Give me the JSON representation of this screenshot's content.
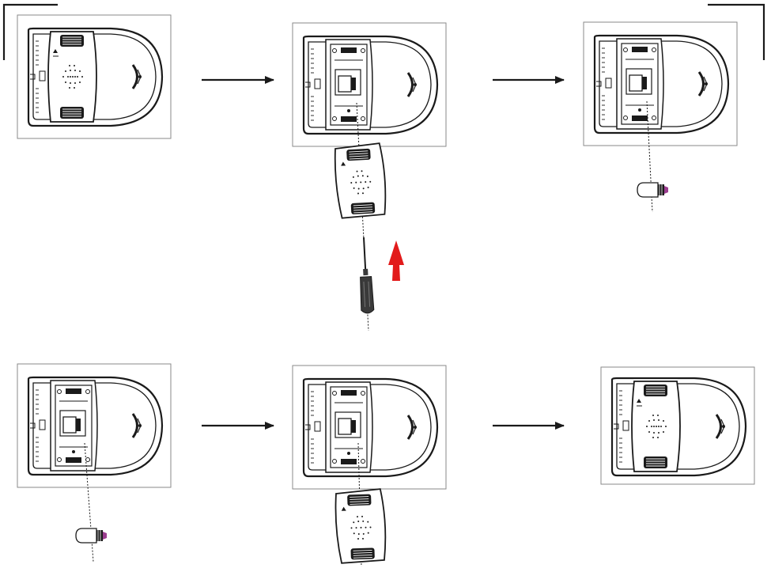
{
  "diagram": {
    "steps": [
      {
        "id": 1,
        "state": "cover-on"
      },
      {
        "id": 2,
        "state": "cover-removed",
        "tool": "screwdriver"
      },
      {
        "id": 3,
        "state": "bulb-removed"
      },
      {
        "id": 4,
        "state": "bulb-inserted"
      },
      {
        "id": 5,
        "state": "cover-replaced"
      },
      {
        "id": 6,
        "state": "cover-on"
      }
    ],
    "colors": {
      "line": "#1a1a1a",
      "panel": "#8a8a8a",
      "arrow_up": "#e21b1b",
      "bulb_tip": "#9b3d8f",
      "screwdriver": "#3a3a3a"
    },
    "icons": [
      "arrow-right-icon",
      "arrow-up-icon",
      "screwdriver-icon",
      "bulb-icon"
    ]
  }
}
